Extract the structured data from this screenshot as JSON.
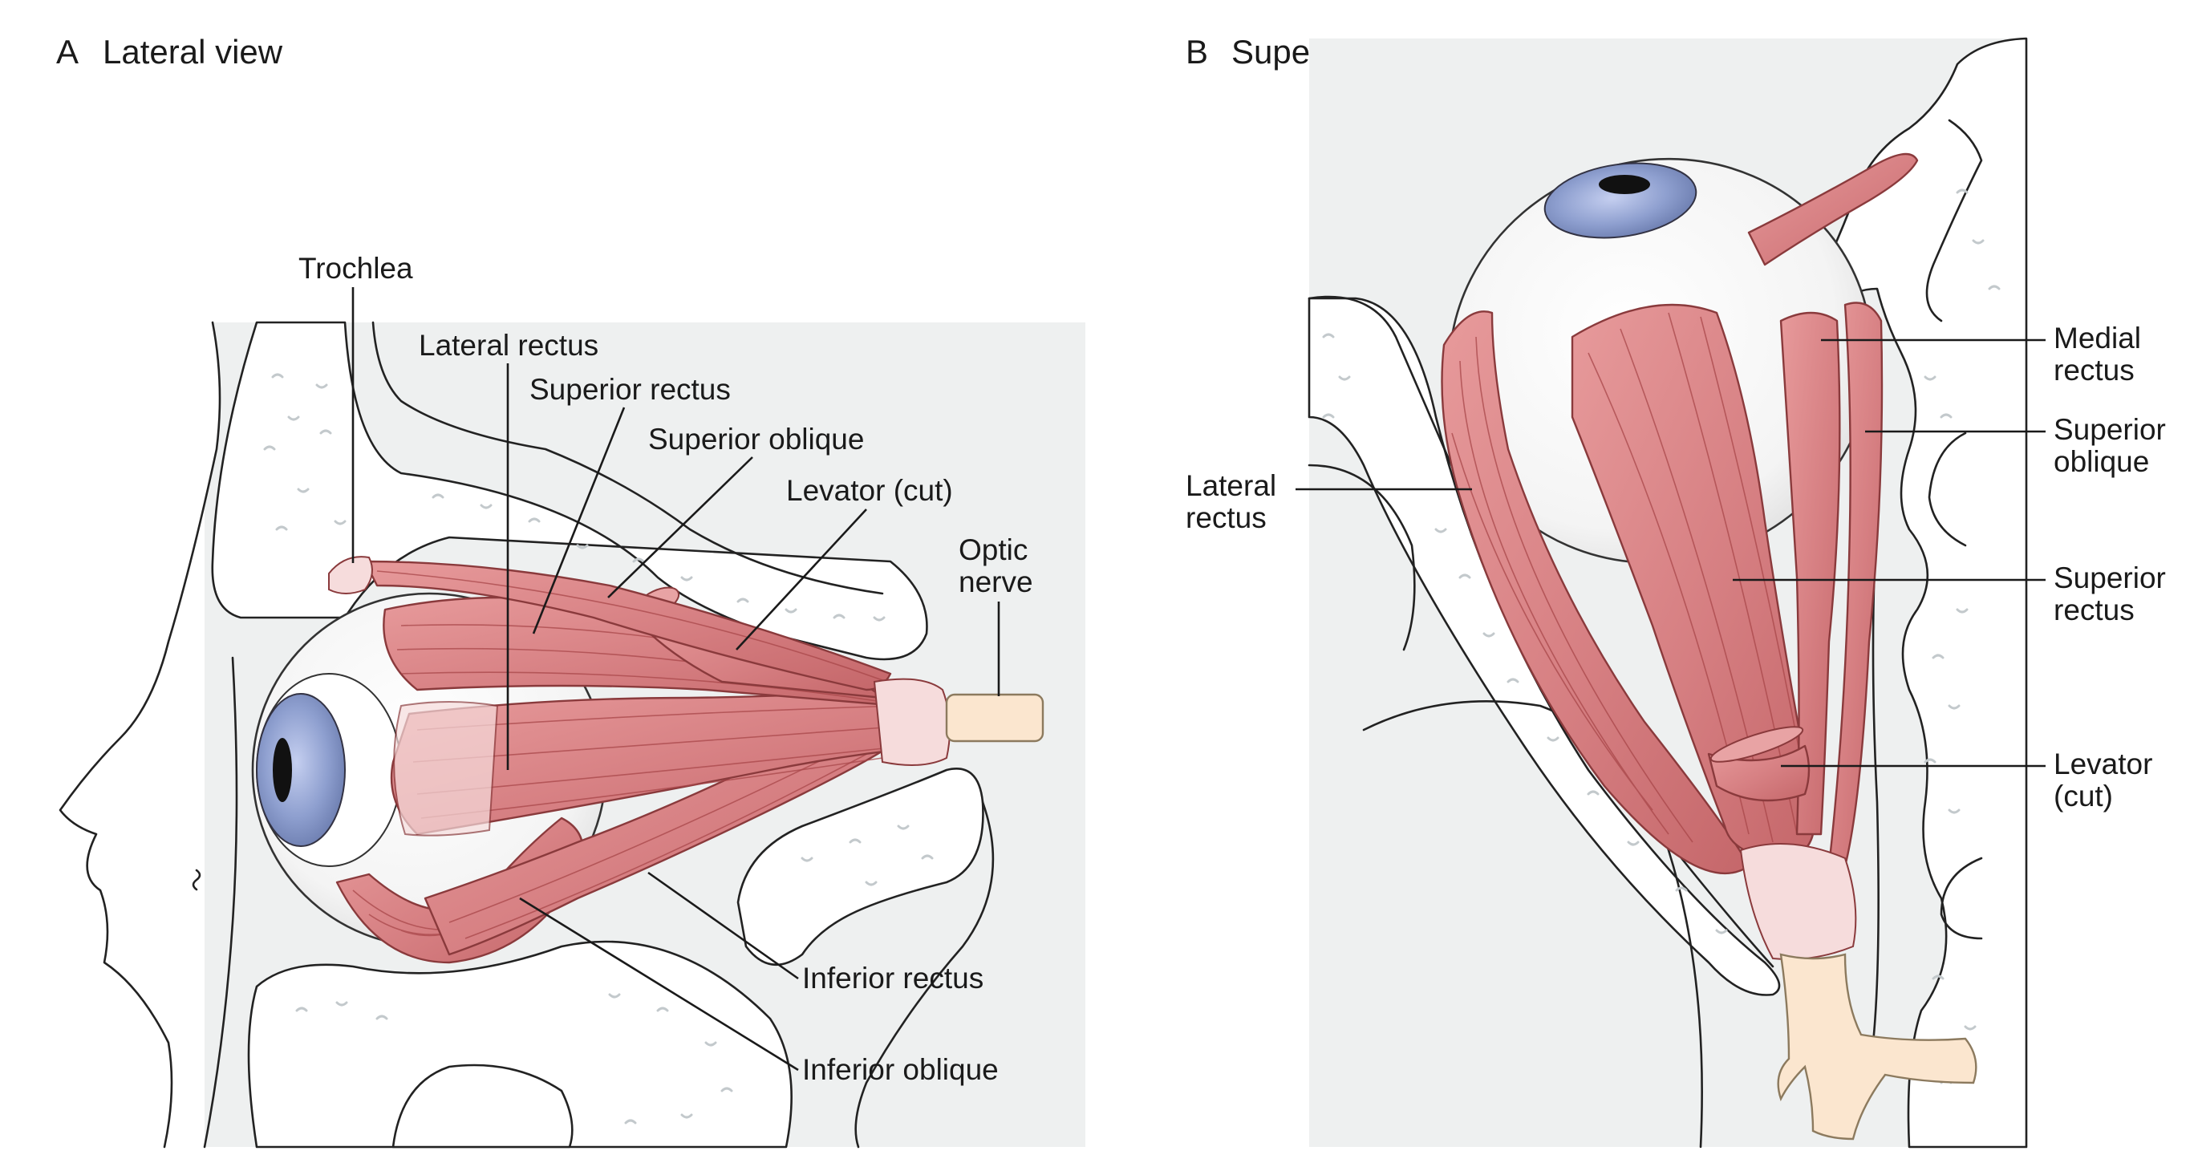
{
  "panels": {
    "a": {
      "letter": "A",
      "title": "Lateral view",
      "labels": {
        "trochlea": "Trochlea",
        "lateral_rectus": "Lateral rectus",
        "superior_rectus": "Superior rectus",
        "superior_oblique": "Superior oblique",
        "levator": "Levator (cut)",
        "optic_nerve_1": "Optic",
        "optic_nerve_2": "nerve",
        "inferior_rectus": "Inferior rectus",
        "inferior_oblique": "Inferior oblique"
      }
    },
    "b": {
      "letter": "B",
      "title": "Superior view",
      "labels": {
        "medial_rectus_1": "Medial",
        "medial_rectus_2": "rectus",
        "superior_oblique_1": "Superior",
        "superior_oblique_2": "oblique",
        "superior_rectus_1": "Superior",
        "superior_rectus_2": "rectus",
        "levator_1": "Levator",
        "levator_2": "(cut)",
        "lateral_rectus_1": "Lateral",
        "lateral_rectus_2": "rectus"
      }
    }
  },
  "colors": {
    "background_panel": "#eef0f0",
    "muscle": "#d98587",
    "muscle_dark": "#b8585b",
    "tendon": "#f6dcdc",
    "nerve": "#fbe6cf",
    "iris": "#8e9fcf",
    "line": "#1a1a1a"
  }
}
